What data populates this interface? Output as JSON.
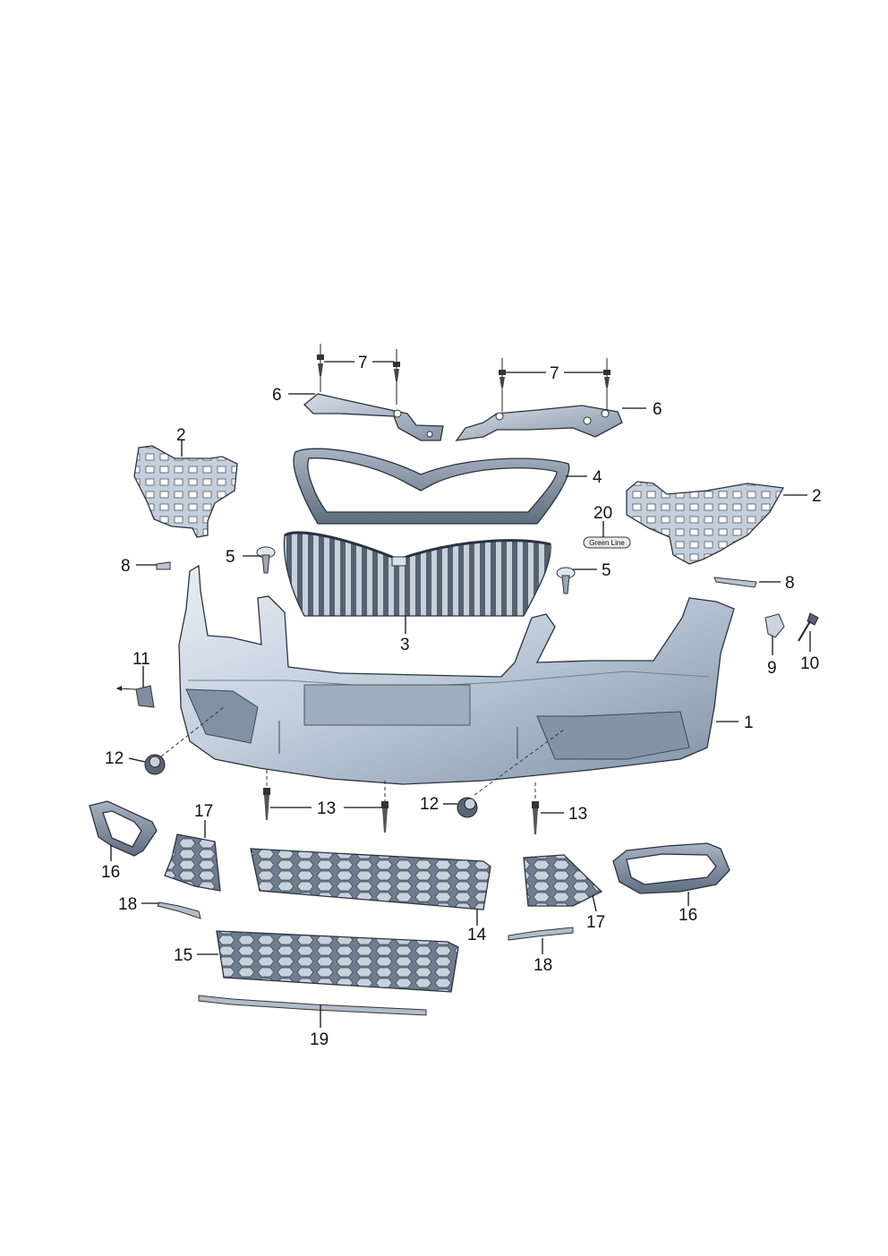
{
  "diagram": {
    "badge_text": "Green Line",
    "colors": {
      "part_light": "#dfe6ef",
      "part_mid": "#b7c3d2",
      "part_dark": "#7d8c9e",
      "outline": "#2a3340"
    },
    "labels": {
      "l1": "1",
      "l2a": "2",
      "l2b": "2",
      "l3": "3",
      "l4": "4",
      "l5a": "5",
      "l5b": "5",
      "l6a": "6",
      "l6b": "6",
      "l7a": "7",
      "l7b": "7",
      "l8a": "8",
      "l8b": "8",
      "l9": "9",
      "l10": "10",
      "l11": "11",
      "l12a": "12",
      "l12b": "12",
      "l13a": "13",
      "l13b": "13",
      "l14": "14",
      "l15": "15",
      "l16a": "16",
      "l16b": "16",
      "l17a": "17",
      "l17b": "17",
      "l18a": "18",
      "l18b": "18",
      "l19": "19",
      "l20": "20"
    }
  }
}
